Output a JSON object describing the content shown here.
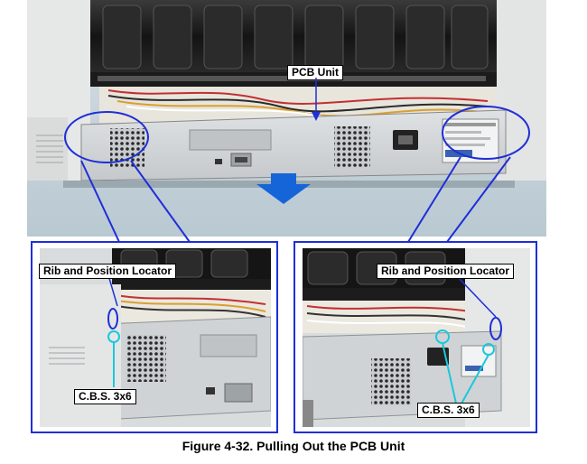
{
  "main_photo": {
    "callout_pcb_unit": "PCB Unit",
    "move_direction": "down-arrow"
  },
  "detail_left": {
    "callout_rib": "Rib and Position Locator",
    "callout_screw": "C.B.S. 3x6"
  },
  "detail_right": {
    "callout_rib": "Rib and Position Locator",
    "callout_screw": "C.B.S. 3x6"
  },
  "caption": "Figure 4-32. Pulling Out the PCB Unit",
  "colors": {
    "frame_blue": "#1f2ed8",
    "arrow_blue": "#1565d8",
    "marker_cyan": "#19c8dc"
  }
}
